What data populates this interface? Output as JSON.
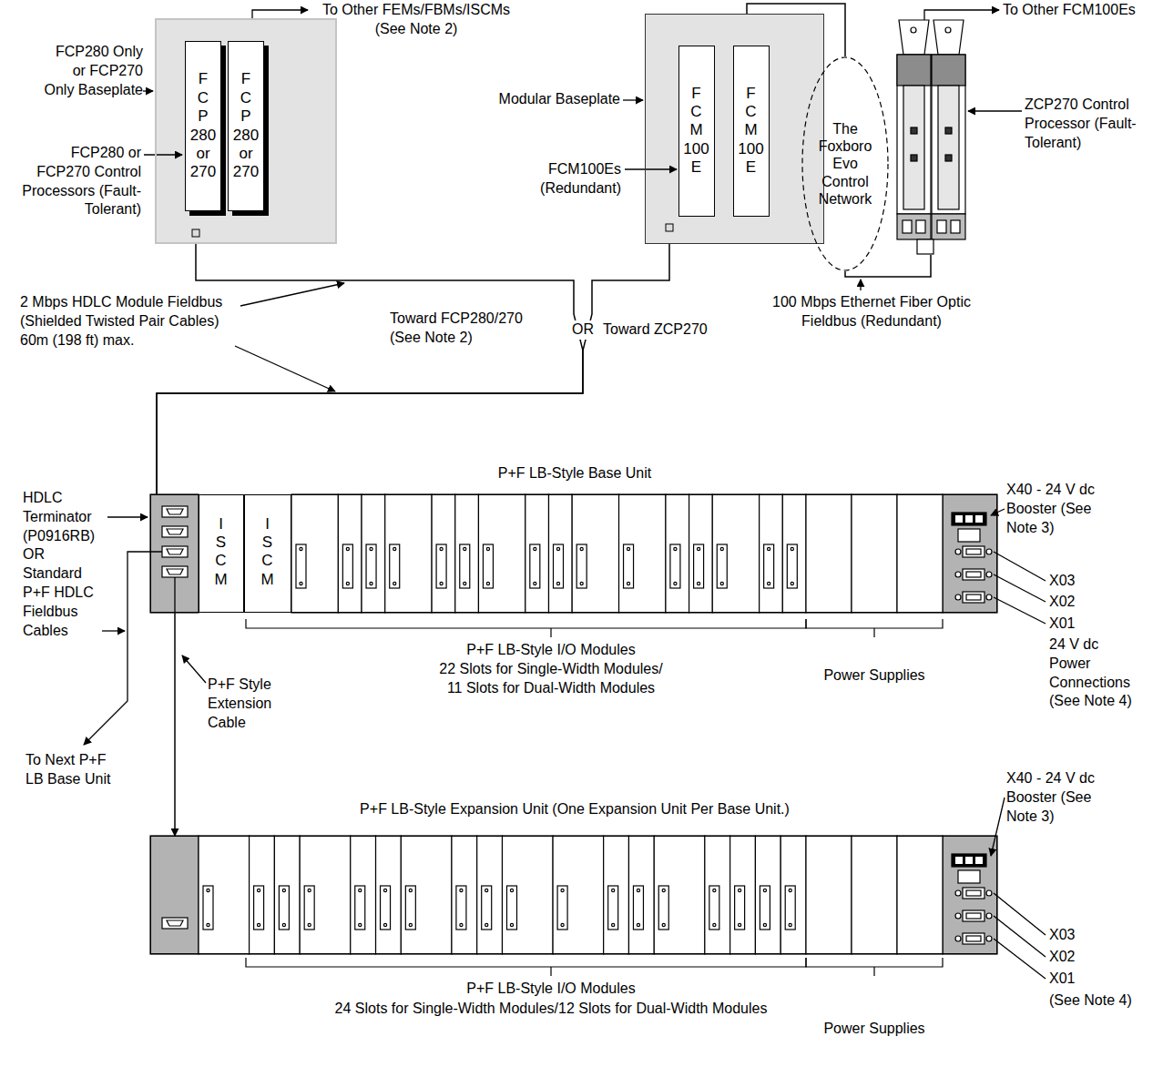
{
  "diagram": {
    "nodes": [
      {
        "text": [
          "FCP280 Only or FCP270 Only Baseplate"
        ]
      },
      {
        "text": [
          "F C P 280 or 270"
        ],
        "in": 0
      },
      {
        "text": [
          "F C P 280 or 270"
        ],
        "in": 0
      },
      {
        "text": [
          "Modular Baseplate"
        ]
      },
      {
        "text": [
          "F C M 100 E"
        ],
        "in": 3
      },
      {
        "text": [
          "F C M 100 E"
        ],
        "in": 3
      },
      {
        "text": [
          "The Foxboro Evo Control Network"
        ]
      },
      {
        "text": [
          "ZCP270 Control Processor (Fault-Tolerant)"
        ]
      },
      {
        "text": [
          "P+F LB-Style Base Unit"
        ]
      },
      {
        "text": [
          "I S C M"
        ],
        "in": 8
      },
      {
        "text": [
          "I S C M"
        ],
        "in": 8
      },
      {
        "text": [
          "P+F LB-Style Expansion Unit (One Expansion Unit Per Base Unit.)"
        ]
      }
    ],
    "edges": [
      {
        "from": 0,
        "to": 8,
        "arrow": "none"
      },
      {
        "from": 3,
        "to": 8,
        "arrow": "none"
      },
      {
        "from": 3,
        "to": 6,
        "arrow": "none"
      },
      {
        "from": 6,
        "to": 7,
        "arrow": "none"
      },
      {
        "from": 8,
        "to": 11,
        "arrow": "to"
      }
    ],
    "labels": [
      "To Other FEMs/FBMs/ISCMs (See Note 2)",
      "FCP280 or FCP270 Control Processors (Fault-Tolerant)",
      "To Other FCM100Es",
      "FCM100Es (Redundant)",
      "2 Mbps HDLC Module Fieldbus (Shielded Twisted Pair Cables) 60m (198 ft) max.",
      "Toward FCP280/270 (See Note 2)",
      "OR",
      "Toward ZCP270",
      "100 Mbps Ethernet Fiber Optic Fieldbus (Redundant)",
      "HDLC Terminator (P0916RB) OR Standard P+F HDLC Fieldbus Cables",
      "P+F Style Extension Cable",
      "To Next P+F LB Base Unit",
      "X40 - 24 V dc Booster (See Note 3)",
      "X03",
      "X02",
      "X01",
      "24 V dc Power Connections (See Note 4)",
      "P+F LB-Style I/O Modules",
      "22 Slots for Single-Width Modules/ 11 Slots for Dual-Width Modules",
      "Power Supplies",
      "X40 - 24 V dc Booster (See Note 3)",
      "X03",
      "X02",
      "X01",
      "(See Note 4)",
      "P+F LB-Style I/O Modules",
      "24 Slots for Single-Width Modules/12 Slots for Dual-Width Modules",
      "Power Supplies"
    ]
  }
}
